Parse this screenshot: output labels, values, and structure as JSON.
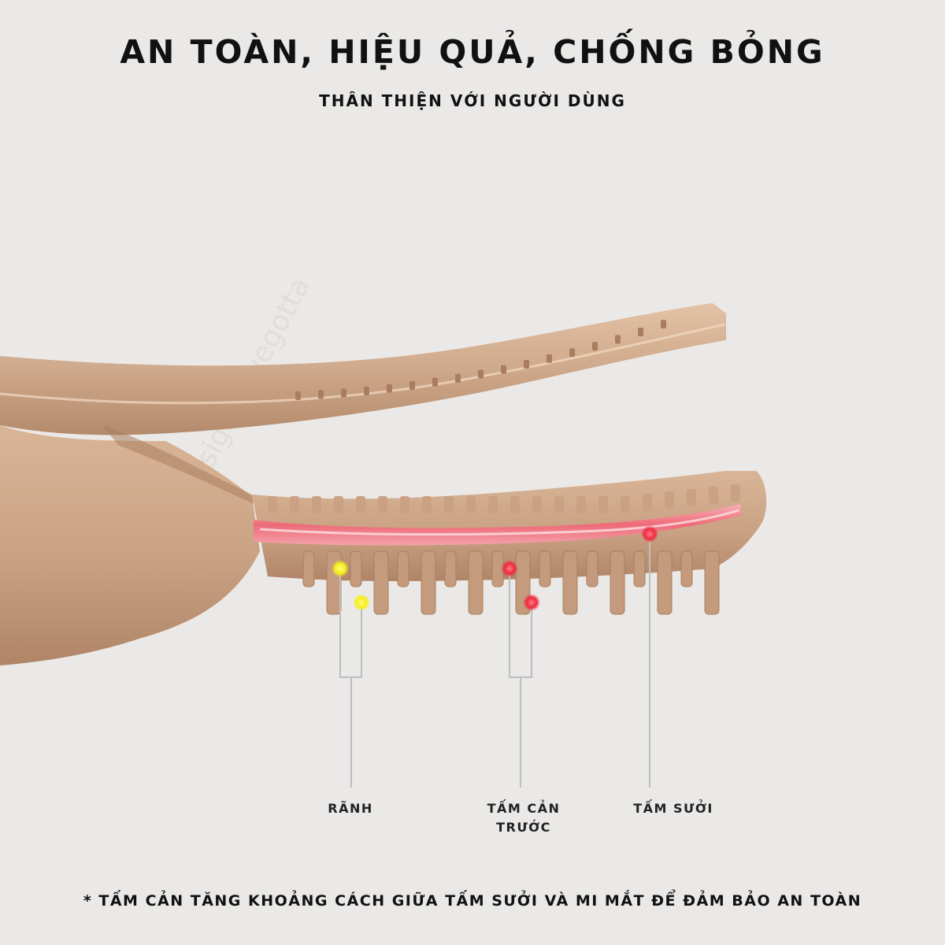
{
  "header": {
    "title": "An toàn, hiệu quả, chống bỏng",
    "subtitle": "Thân thiện với người dùng"
  },
  "callouts": {
    "groove": "Rãnh",
    "shield": "Tấm cản trước",
    "heater": "Tấm sưởi"
  },
  "footnote": "* Tấm cản tăng khoảng cách giữa tấm sưởi và mi mắt để đảm bảo an toàn",
  "watermark": "designedwegotta",
  "colors": {
    "background": "#ebe9e7",
    "device_body": "#d2ad8f",
    "heater_glow": "#f0707c",
    "marker_yellow": "#f5ee1a",
    "marker_red": "#ee2a3e"
  }
}
